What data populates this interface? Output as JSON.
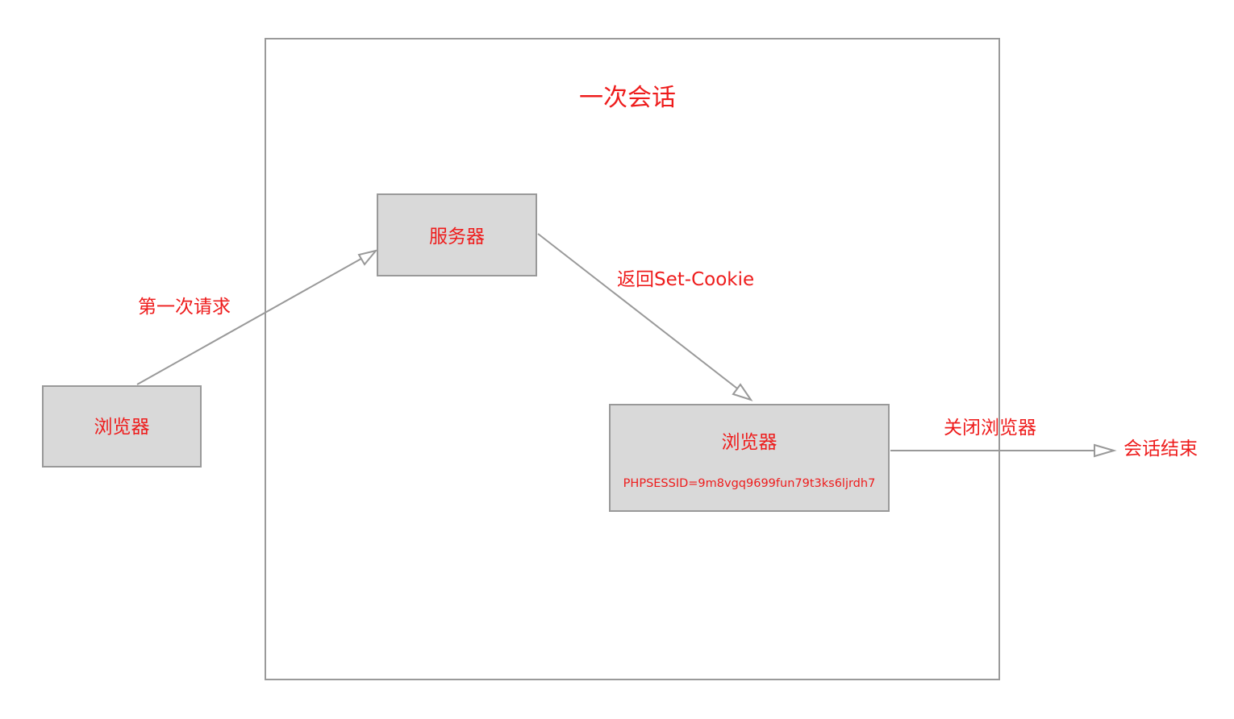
{
  "session": {
    "title": "一次会话"
  },
  "nodes": {
    "browser_start": {
      "label": "浏览器"
    },
    "server": {
      "label": "服务器"
    },
    "browser_cookie": {
      "label": "浏览器",
      "session_id": "PHPSESSID=9m8vgq9699fun79t3ks6ljrdh7"
    }
  },
  "edges": {
    "first_request": "第一次请求",
    "set_cookie": "返回Set-Cookie",
    "close_browser": "关闭浏览器"
  },
  "end": {
    "label": "会话结束"
  },
  "colors": {
    "text": "#ee1c1c",
    "node_fill": "#d9d9d9",
    "stroke": "#999999"
  }
}
